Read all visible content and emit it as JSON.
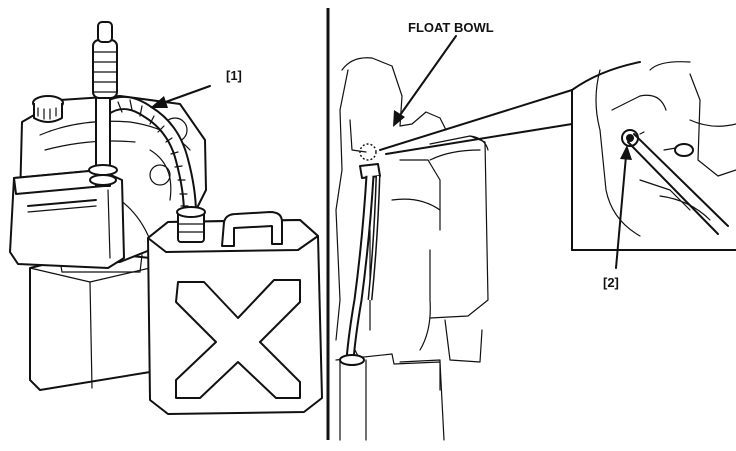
{
  "labels": {
    "float_bowl": "FLOAT BOWL",
    "callout_1": "[1]",
    "callout_2": "[2]"
  }
}
